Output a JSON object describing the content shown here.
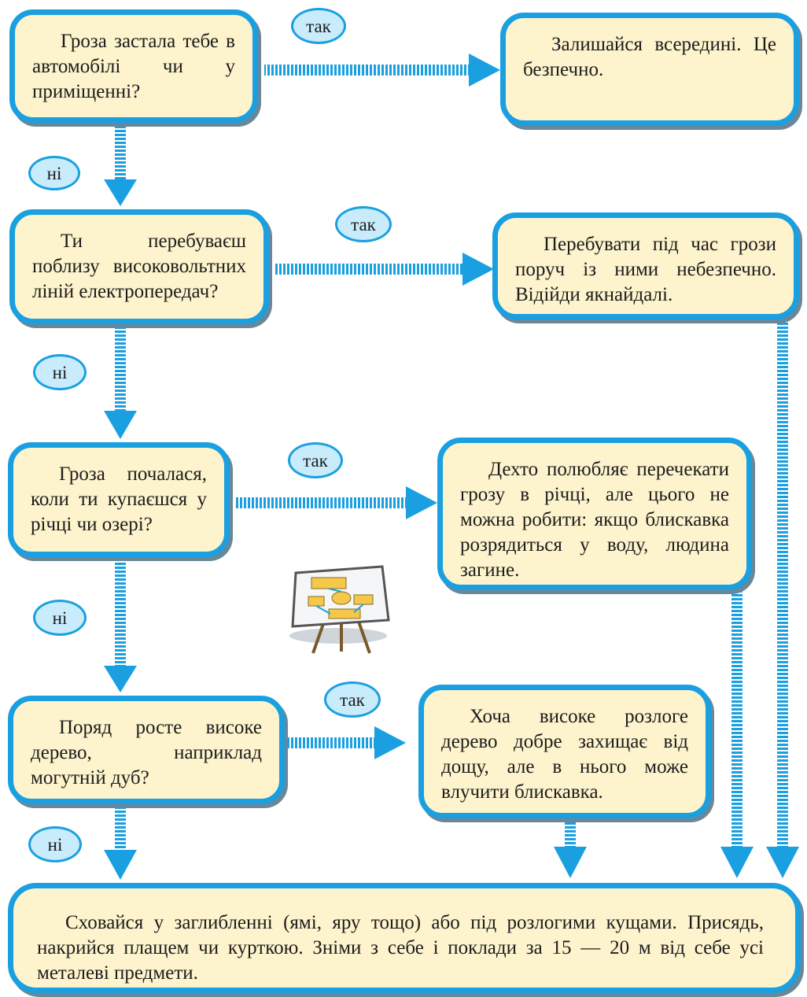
{
  "nodes": {
    "q1": "Гроза застала тебе в автомобілі чи у приміщенні?",
    "q2": "Ти перебуваєш поблизу високовольтних ліній електропередач?",
    "q3": "Гроза почалася, коли ти купаєшся у річці чи озері?",
    "q4": "Поряд росте високе дерево, наприклад могутній дуб?",
    "a1": "Залишайся всередині. Це безпечно.",
    "a2": "Перебувати під час грози поруч із ними небезпечно. Відійди якнайдалі.",
    "a3": "Дехто полюбляє перечекати грозу в річці, але цього не можна робити: якщо блискавка розрядиться у воду, людина загине.",
    "a4": "Хоча високе розлоге дерево добре захищає від дощу, але в нього може влучити блискавка.",
    "final": "Сховайся у заглибленні (ямі, яру тощо) або під розлогими кущами. Присядь, накрийся плащем чи курткою. Зніми з себе і поклади за 15 — 20 м від себе усі металеві предмети."
  },
  "labels": {
    "yes": "так",
    "no": "ні"
  },
  "icons": {
    "flowchart": "flowchart-easel-icon"
  },
  "colors": {
    "box_fill": "#fdf3cc",
    "border": "#1aa0e0",
    "badge_fill": "#c8ecfb"
  }
}
